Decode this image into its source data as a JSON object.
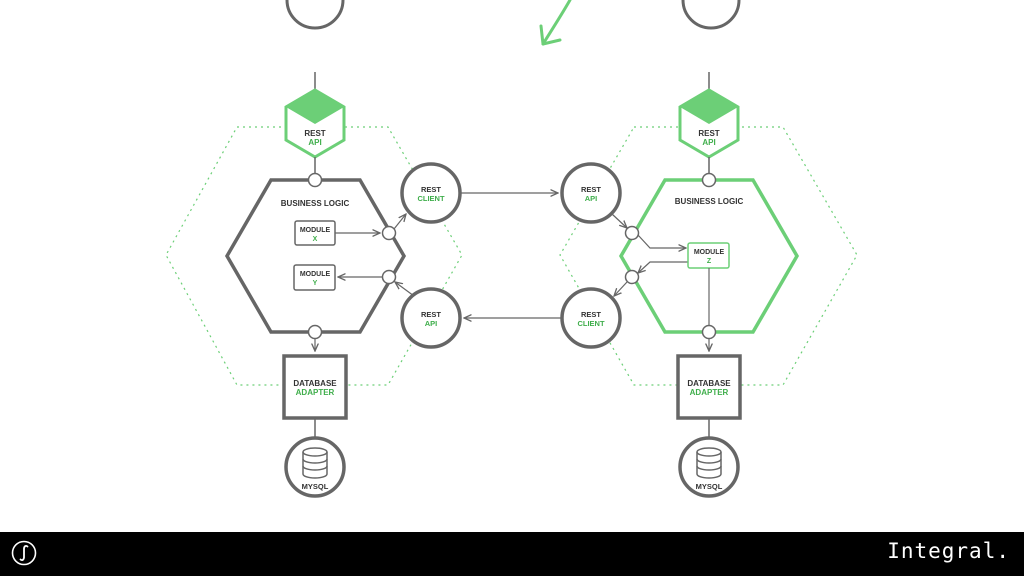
{
  "colors": {
    "green": "#3fae4b",
    "light_green": "#6ccf77",
    "gray": "#666666",
    "white": "#ffffff"
  },
  "left_service": {
    "rest_api": {
      "line1": "REST",
      "line2": "API"
    },
    "business_logic": "BUSINESS LOGIC",
    "module_x": {
      "line1": "MODULE",
      "line2": "X"
    },
    "module_y": {
      "line1": "MODULE",
      "line2": "Y"
    },
    "database_adapter": {
      "line1": "DATABASE",
      "line2": "ADAPTER"
    },
    "mysql": "MYSQL",
    "rest_client": {
      "line1": "REST",
      "line2": "CLIENT"
    },
    "rest_api_in": {
      "line1": "REST",
      "line2": "API"
    }
  },
  "right_service": {
    "rest_api": {
      "line1": "REST",
      "line2": "API"
    },
    "business_logic": "BUSINESS LOGIC",
    "module_z": {
      "line1": "MODULE",
      "line2": "Z"
    },
    "database_adapter": {
      "line1": "DATABASE",
      "line2": "ADAPTER"
    },
    "mysql": "MYSQL",
    "rest_api_in": {
      "line1": "REST",
      "line2": "API"
    },
    "rest_client": {
      "line1": "REST",
      "line2": "CLIENT"
    }
  },
  "footer": {
    "brand": "Integral.",
    "logo_icon": "integral-sign-icon"
  }
}
